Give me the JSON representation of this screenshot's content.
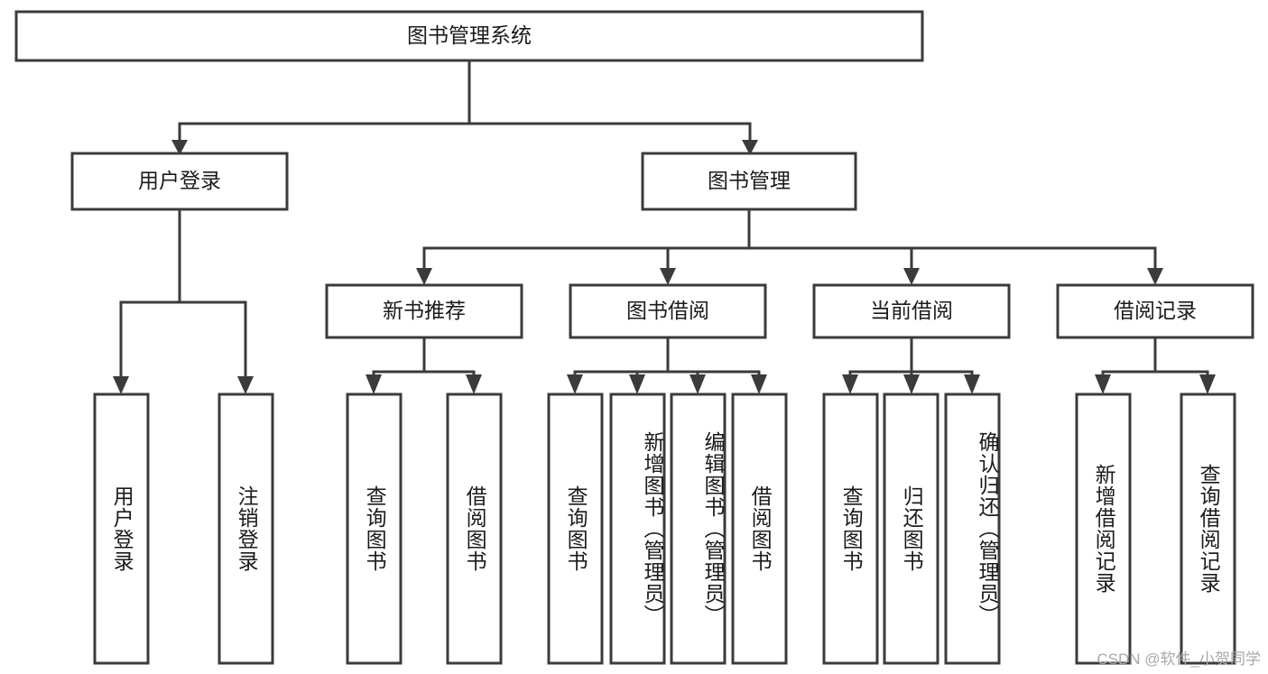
{
  "diagram": {
    "type": "tree-hierarchy",
    "title": "图书管理系统",
    "orientation": "top-down",
    "colors": {
      "stroke": "#3b3b3b",
      "fill": "#ffffff",
      "text": "#1b1b1b",
      "watermark": "#a8a8a8",
      "background": "#ffffff"
    },
    "levels": [
      {
        "level": 1,
        "nodes": [
          {
            "id": "root",
            "label": "图书管理系统",
            "text_orientation": "horizontal"
          }
        ]
      },
      {
        "level": 2,
        "nodes": [
          {
            "id": "login",
            "label": "用户登录",
            "text_orientation": "horizontal"
          },
          {
            "id": "bookmgmt",
            "label": "图书管理",
            "text_orientation": "horizontal"
          }
        ]
      },
      {
        "level": 3,
        "nodes": [
          {
            "id": "newbook",
            "label": "新书推荐",
            "text_orientation": "horizontal"
          },
          {
            "id": "borrow",
            "label": "图书借阅",
            "text_orientation": "horizontal"
          },
          {
            "id": "current",
            "label": "当前借阅",
            "text_orientation": "horizontal"
          },
          {
            "id": "records",
            "label": "借阅记录",
            "text_orientation": "horizontal"
          }
        ]
      },
      {
        "level": 4,
        "nodes": [
          {
            "id": "leaf-1",
            "label": "用户登录",
            "parent": "login",
            "text_orientation": "vertical"
          },
          {
            "id": "leaf-2",
            "label": "注销登录",
            "parent": "login",
            "text_orientation": "vertical"
          },
          {
            "id": "leaf-3",
            "label": "查询图书",
            "parent": "newbook",
            "text_orientation": "vertical"
          },
          {
            "id": "leaf-4",
            "label": "借阅图书",
            "parent": "newbook",
            "text_orientation": "vertical"
          },
          {
            "id": "leaf-5",
            "label": "查询图书",
            "parent": "borrow",
            "text_orientation": "vertical"
          },
          {
            "id": "leaf-6",
            "label": "新增图书（管理员）",
            "parent": "borrow",
            "text_orientation": "vertical"
          },
          {
            "id": "leaf-7",
            "label": "编辑图书（管理员）",
            "parent": "borrow",
            "text_orientation": "vertical"
          },
          {
            "id": "leaf-8",
            "label": "借阅图书",
            "parent": "borrow",
            "text_orientation": "vertical"
          },
          {
            "id": "leaf-9",
            "label": "查询图书",
            "parent": "current",
            "text_orientation": "vertical"
          },
          {
            "id": "leaf-10",
            "label": "归还图书",
            "parent": "current",
            "text_orientation": "vertical"
          },
          {
            "id": "leaf-11",
            "label": "确认归还（管理员）",
            "parent": "current",
            "text_orientation": "vertical"
          },
          {
            "id": "leaf-12",
            "label": "新增借阅记录",
            "parent": "records",
            "text_orientation": "vertical"
          },
          {
            "id": "leaf-13",
            "label": "查询借阅记录",
            "parent": "records",
            "text_orientation": "vertical"
          }
        ]
      }
    ],
    "edges": [
      {
        "from": "root",
        "to": "login"
      },
      {
        "from": "root",
        "to": "bookmgmt"
      },
      {
        "from": "bookmgmt",
        "to": "newbook"
      },
      {
        "from": "bookmgmt",
        "to": "borrow"
      },
      {
        "from": "bookmgmt",
        "to": "current"
      },
      {
        "from": "bookmgmt",
        "to": "records"
      },
      {
        "from": "login",
        "to": "leaf-1"
      },
      {
        "from": "login",
        "to": "leaf-2"
      },
      {
        "from": "newbook",
        "to": "leaf-3"
      },
      {
        "from": "newbook",
        "to": "leaf-4"
      },
      {
        "from": "borrow",
        "to": "leaf-5"
      },
      {
        "from": "borrow",
        "to": "leaf-6"
      },
      {
        "from": "borrow",
        "to": "leaf-7"
      },
      {
        "from": "borrow",
        "to": "leaf-8"
      },
      {
        "from": "current",
        "to": "leaf-9"
      },
      {
        "from": "current",
        "to": "leaf-10"
      },
      {
        "from": "current",
        "to": "leaf-11"
      },
      {
        "from": "records",
        "to": "leaf-12"
      },
      {
        "from": "records",
        "to": "leaf-13"
      }
    ]
  },
  "watermark": {
    "text": "CSDN @软件_小贺同学"
  }
}
